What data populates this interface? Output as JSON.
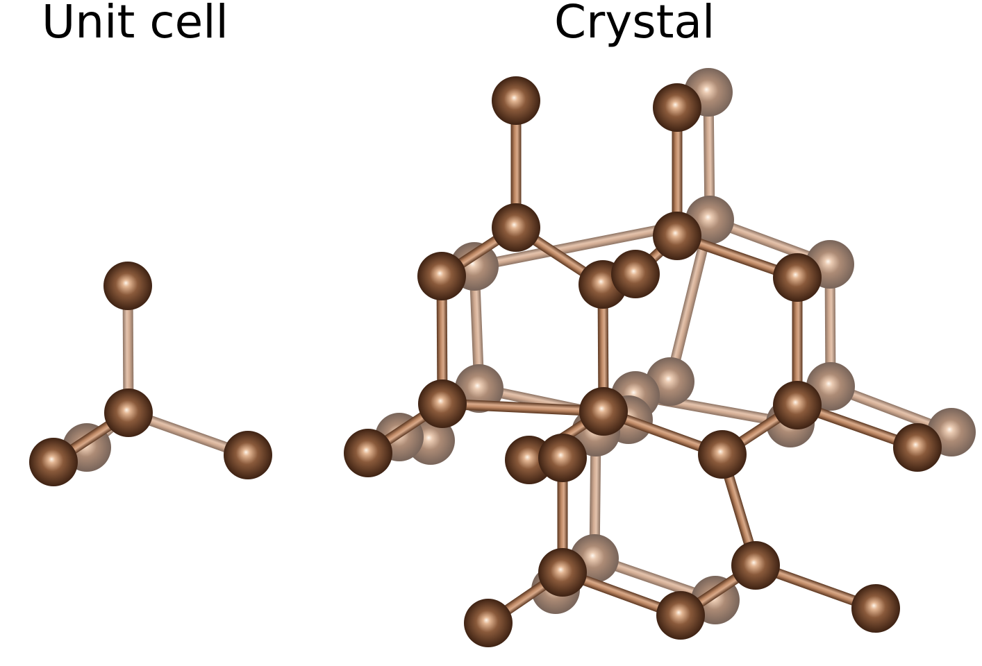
{
  "titles": {
    "unit_cell": "Unit cell",
    "crystal": "Crystal"
  },
  "colors": {
    "background": "#ffffff",
    "text": "#000000",
    "atom_base": "#8a5a3b",
    "atom_dark": "#3e2213",
    "atom_highlight": "#fff6ea",
    "bond_dark": "#5a3620",
    "bond_light": "#d9aa8a"
  },
  "panels": [
    {
      "name": "unit-cell",
      "atoms": 5,
      "bonds": 4
    },
    {
      "name": "crystal",
      "atoms": 36,
      "bonds": 49
    }
  ]
}
